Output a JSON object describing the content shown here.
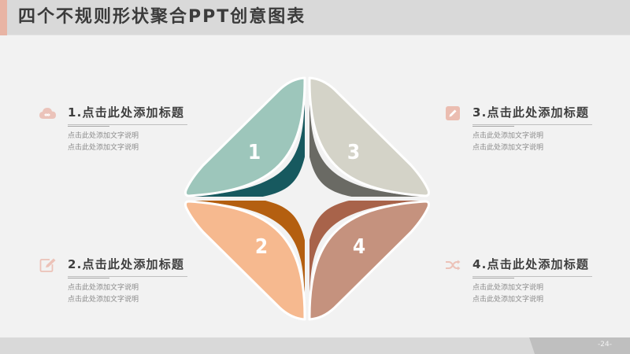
{
  "header": {
    "title": "四个不规则形状聚合PPT创意图表",
    "accent_color": "#e8b4a4"
  },
  "diagram": {
    "segments": [
      {
        "label": "1",
        "fill": "#9dc6bb",
        "shadow": "#17595f",
        "position": "top-left"
      },
      {
        "label": "2",
        "fill": "#f6b98f",
        "shadow": "#b45f10",
        "position": "bottom-left"
      },
      {
        "label": "3",
        "fill": "#d4d3c8",
        "shadow": "#6a6a64",
        "position": "top-right"
      },
      {
        "label": "4",
        "fill": "#c5927e",
        "shadow": "#a8634a",
        "position": "bottom-right"
      }
    ]
  },
  "items": [
    {
      "icon": "cloud-icon",
      "title": "1.点击此处添加标题",
      "desc": [
        "点击此处添加文字说明",
        "点击此处添加文字说明"
      ]
    },
    {
      "icon": "edit-icon",
      "title": "2.点击此处添加标题",
      "desc": [
        "点击此处添加文字说明",
        "点击此处添加文字说明"
      ]
    },
    {
      "icon": "pencil-icon",
      "title": "3.点击此处添加标题",
      "desc": [
        "点击此处添加文字说明",
        "点击此处添加文字说明"
      ]
    },
    {
      "icon": "shuffle-icon",
      "title": "4.点击此处添加标题",
      "desc": [
        "点击此处添加文字说明",
        "点击此处添加文字说明"
      ]
    }
  ],
  "icon_color": "#ebb9ad",
  "footer": {
    "page_number": "-24-"
  }
}
